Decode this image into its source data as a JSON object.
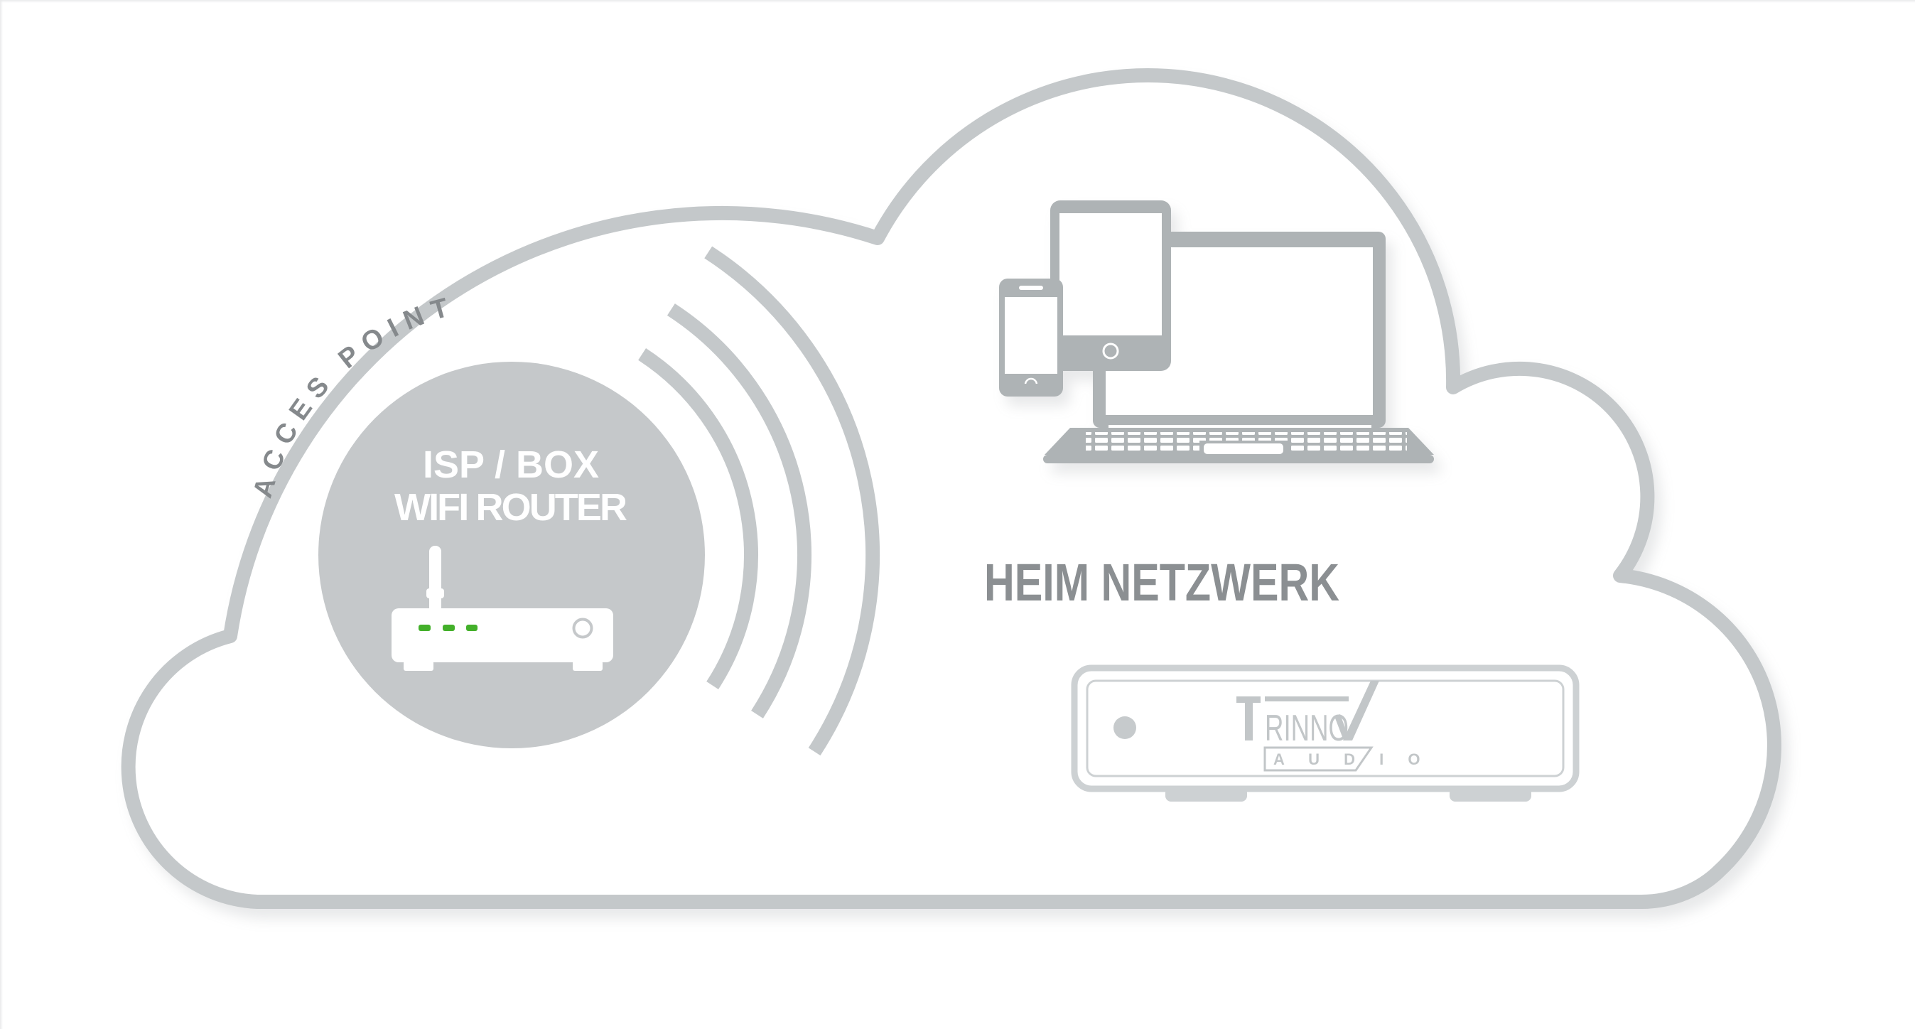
{
  "diagram": {
    "access_point": {
      "label": "ACCES POINT",
      "circle_line1": "ISP / BOX",
      "circle_line2": "WIFI ROUTER",
      "router_led_count": 3
    },
    "network": {
      "label": "HEIM NETZWERK"
    },
    "brand": {
      "full": "TRINNOV",
      "display_mid": "RINNO",
      "sub": "A U D I O"
    },
    "icons": [
      "cloud-icon",
      "wifi-signal-icon",
      "wifi-router-icon",
      "smartphone-icon",
      "tablet-icon",
      "laptop-icon",
      "trinnov-processor-icon"
    ],
    "colors": {
      "background": "#ffffff",
      "cloud_outline": "#c4c8ca",
      "access_circle_fill": "#c5c8ca",
      "device_gray": "#aeb3b5",
      "processor_outline": "#cdd1d3",
      "logo_gray": "#c2c6c8",
      "access_point_text": "#85898c",
      "network_text": "#8b8f92",
      "led_green": "#43b02a",
      "router_white": "#ffffff"
    }
  }
}
